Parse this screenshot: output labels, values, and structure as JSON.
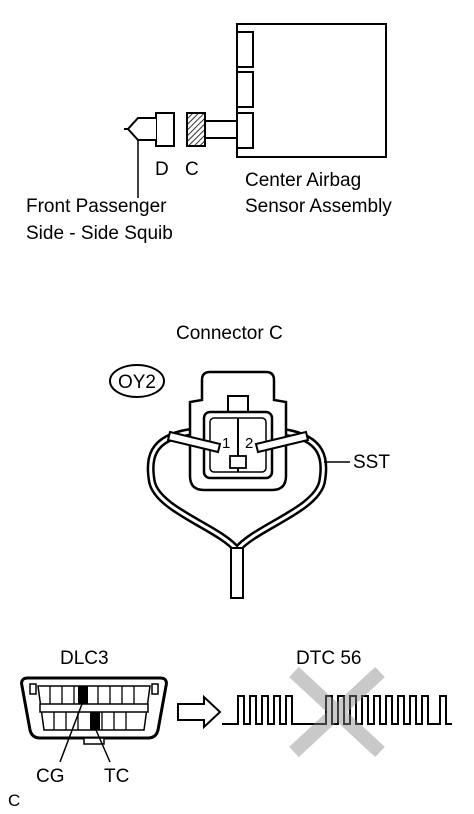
{
  "top": {
    "connector_d": "D",
    "connector_c": "C",
    "assembly_line1": "Center Airbag",
    "assembly_line2": "Sensor Assembly",
    "squib_line1": "Front Passenger",
    "squib_line2": "Side - Side Squib"
  },
  "middle": {
    "title": "Connector C",
    "code": "OY2",
    "pin1": "1",
    "pin2": "2",
    "tool": "SST"
  },
  "bottom": {
    "dlc_label": "DLC3",
    "dtc_label": "DTC 56",
    "cg_label": "CG",
    "tc_label": "TC",
    "figure_letter": "C"
  }
}
